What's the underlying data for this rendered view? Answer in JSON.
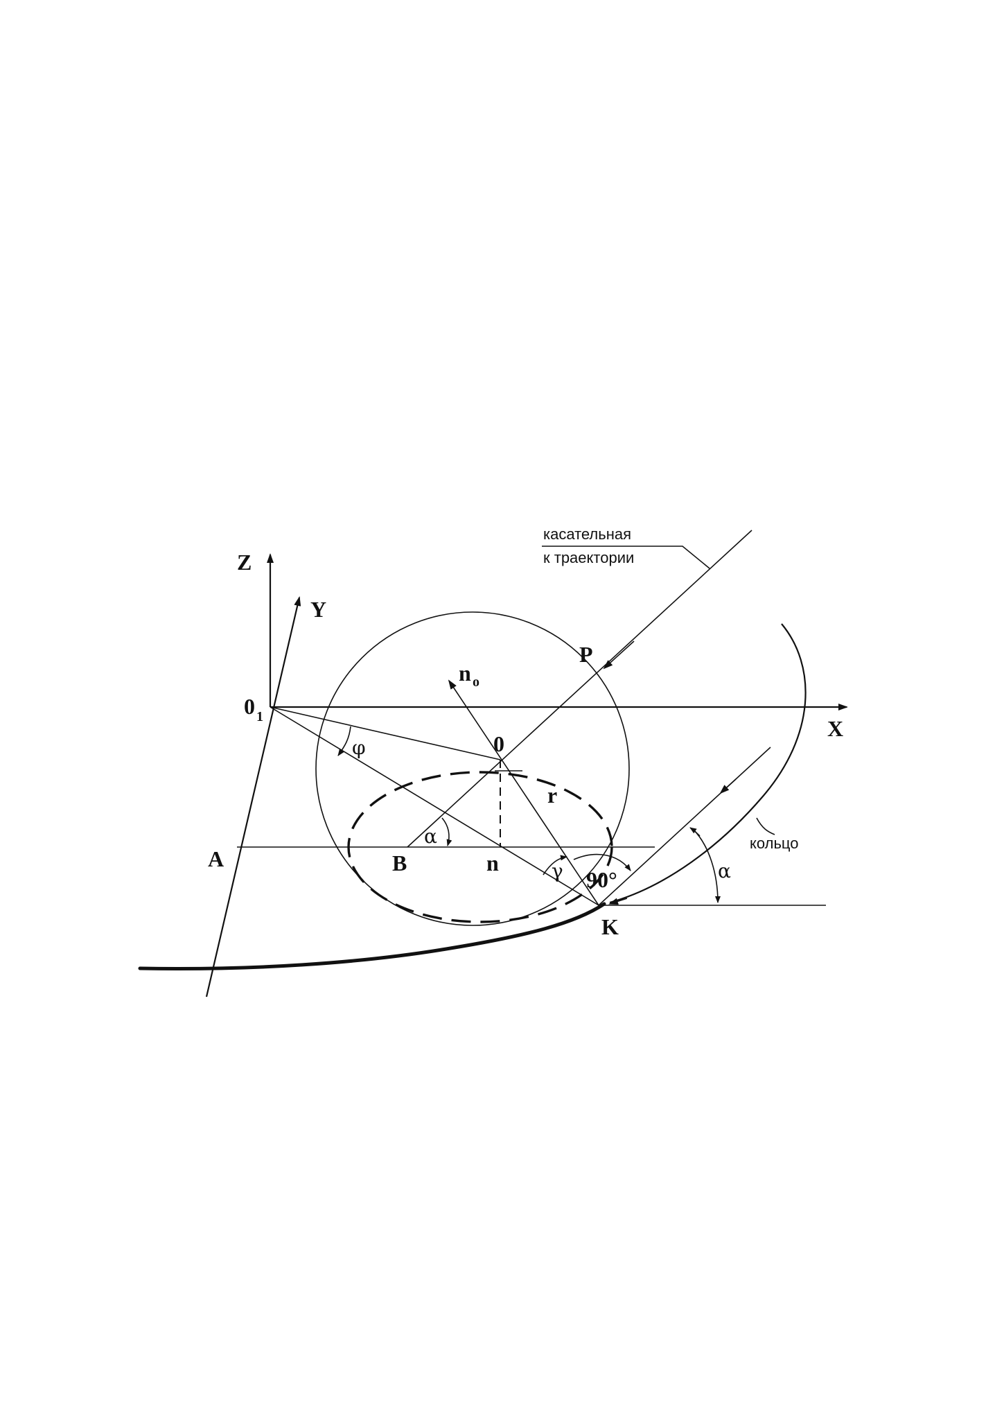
{
  "labels": {
    "z_axis": "Z",
    "y_axis": "Y",
    "x_axis": "X",
    "origin": "0",
    "origin_sub": "1",
    "point_a": "A",
    "point_b": "B",
    "point_n": "n",
    "point_o": "0",
    "point_k": "K",
    "point_p": "P",
    "normal": "n",
    "normal_sub": "o",
    "radius": "r",
    "angle_phi": "φ",
    "angle_alpha_inner": "α",
    "angle_alpha_outer": "α",
    "angle_gamma": "γ",
    "angle_right": "90°"
  },
  "annotations": {
    "tangent_line1": "касательная",
    "tangent_line2": "к траектории",
    "ring": "кольцо"
  }
}
